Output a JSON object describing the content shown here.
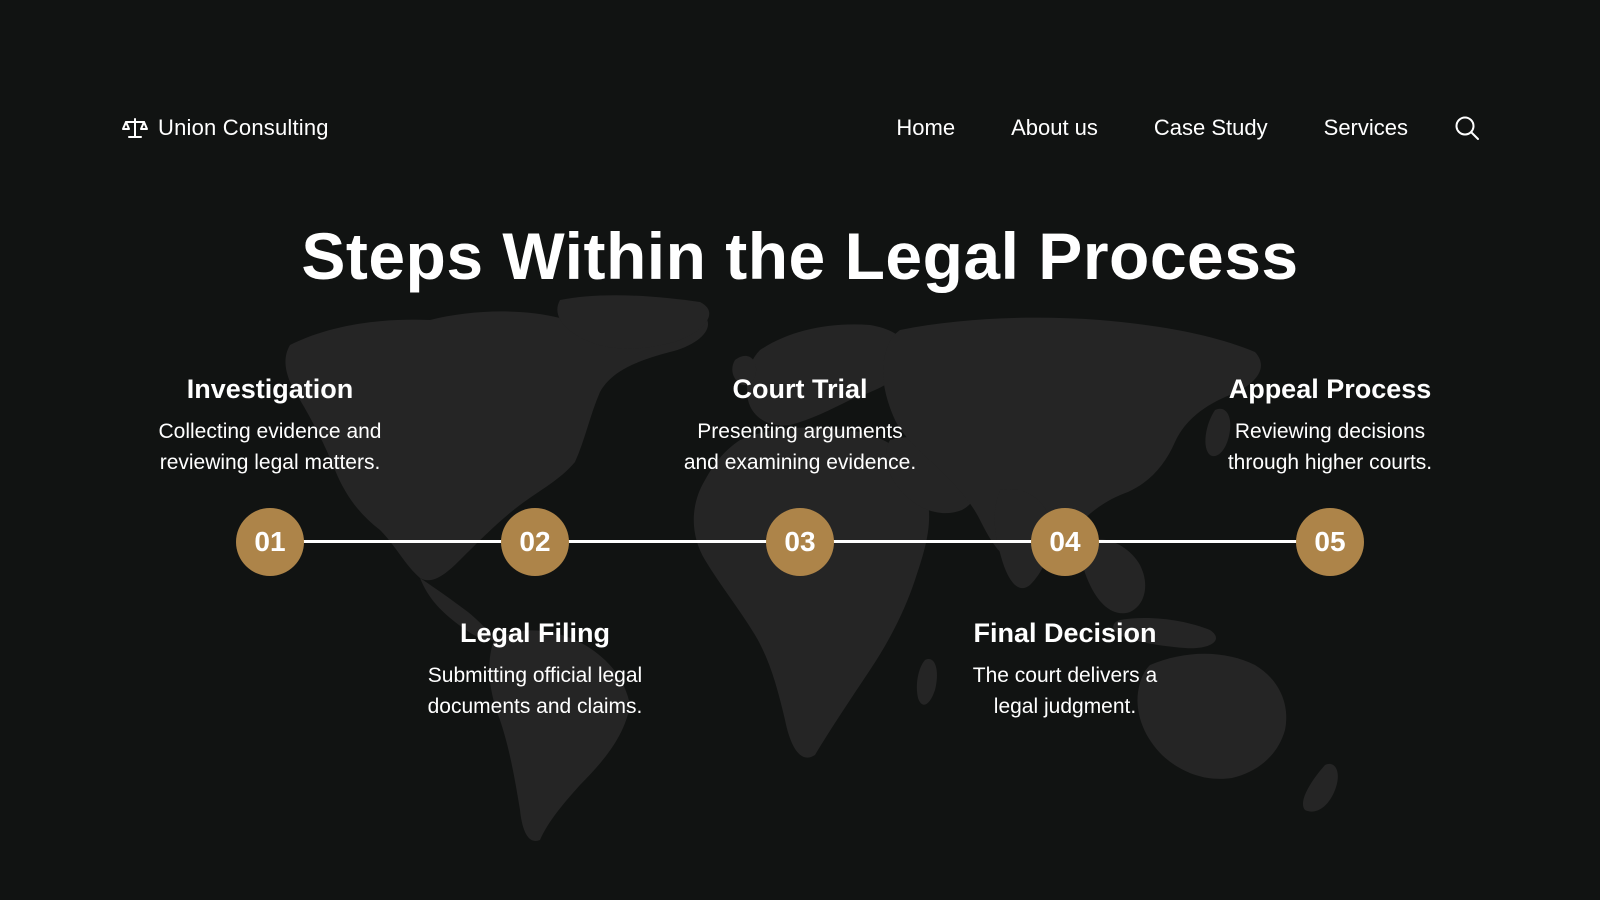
{
  "brand": {
    "name": "Union Consulting",
    "icon": "scales-icon"
  },
  "nav": {
    "items": [
      {
        "label": "Home"
      },
      {
        "label": "About us"
      },
      {
        "label": "Case Study"
      },
      {
        "label": "Services"
      }
    ],
    "search_icon": "search-icon"
  },
  "page": {
    "title": "Steps Within the Legal Process"
  },
  "steps": [
    {
      "number": "01",
      "title": "Investigation",
      "desc_line1": "Collecting evidence and",
      "desc_line2": "reviewing legal matters."
    },
    {
      "number": "02",
      "title": "Legal Filing",
      "desc_line1": "Submitting official legal",
      "desc_line2": "documents and claims."
    },
    {
      "number": "03",
      "title": "Court Trial",
      "desc_line1": "Presenting arguments",
      "desc_line2": "and examining evidence."
    },
    {
      "number": "04",
      "title": "Final Decision",
      "desc_line1": "The court delivers a",
      "desc_line2": "legal judgment."
    },
    {
      "number": "05",
      "title": "Appeal Process",
      "desc_line1": "Reviewing decisions",
      "desc_line2": "through higher courts."
    }
  ],
  "colors": {
    "background": "#111312",
    "accent": "#ad8449",
    "map": "#252525",
    "text": "#ffffff"
  }
}
